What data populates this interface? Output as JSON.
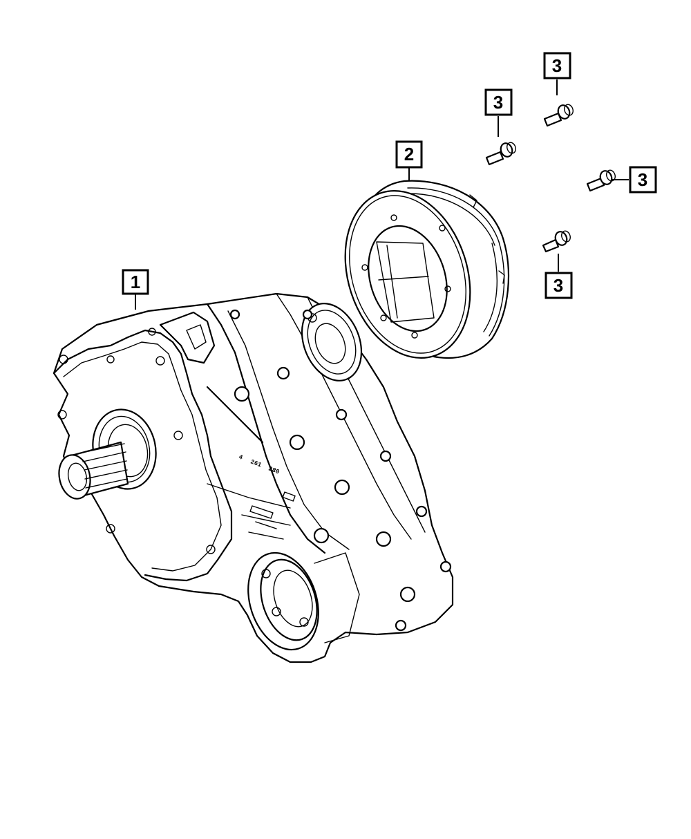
{
  "callouts": [
    {
      "id": "1",
      "label": "1",
      "part": "transfer-case"
    },
    {
      "id": "2",
      "label": "2",
      "part": "shield"
    },
    {
      "id": "3a",
      "label": "3",
      "part": "bolt"
    },
    {
      "id": "3b",
      "label": "3",
      "part": "bolt"
    },
    {
      "id": "3c",
      "label": "3",
      "part": "bolt"
    },
    {
      "id": "3d",
      "label": "3",
      "part": "bolt"
    }
  ],
  "casting_marks": [
    "4",
    "261",
    "280"
  ]
}
